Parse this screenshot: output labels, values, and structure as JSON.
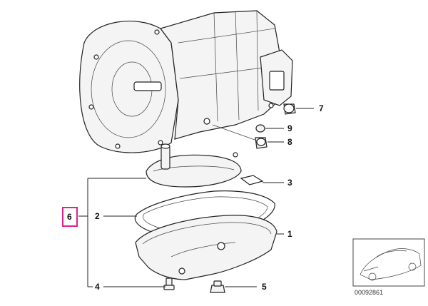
{
  "callouts": {
    "n1": "1",
    "n2": "2",
    "n3": "3",
    "n4": "4",
    "n5": "5",
    "n6": "6",
    "n7": "7",
    "n8": "8",
    "n9": "9"
  },
  "diagram_number": "00092861",
  "colors": {
    "highlight": "#e0218a",
    "line": "#222222"
  }
}
